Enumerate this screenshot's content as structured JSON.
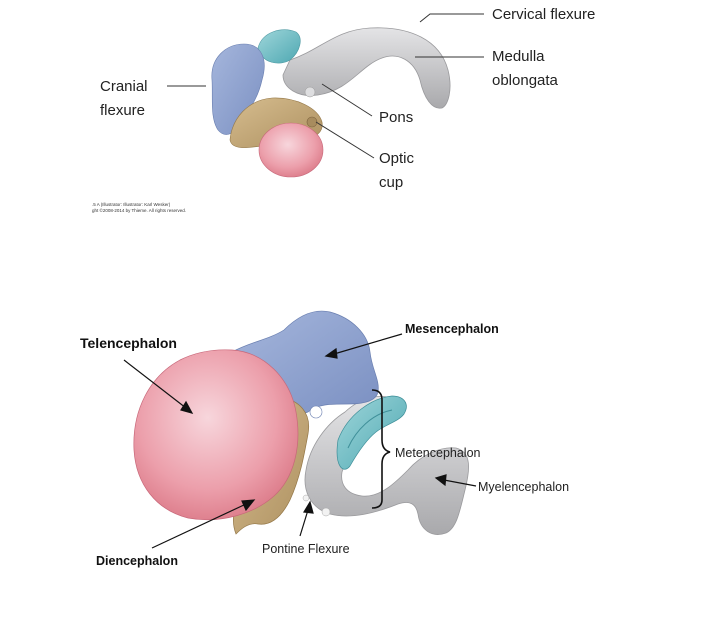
{
  "top_figure": {
    "labels": {
      "cervical_flexure": "Cervical flexure",
      "medulla_line1": "Medulla",
      "medulla_line2": "oblongata",
      "cranial_line1": "Cranial",
      "cranial_line2": "flexure",
      "pons": "Pons",
      "optic_line1": "Optic",
      "optic_line2": "cup"
    },
    "credit_line1": ".5 A  (Illustrator: Illustrator: Karl Wesker)",
    "credit_line2": "ght ©2008-2014 by Thieme. All rights reserved."
  },
  "bottom_figure": {
    "labels": {
      "telencephalon": "Telencephalon",
      "mesencephalon": "Mesencephalon",
      "metencephalon": "Metencephalon",
      "myelencephalon": "Myelencephalon",
      "pontine_flexure": "Pontine Flexure",
      "diencephalon": "Diencephalon"
    }
  },
  "colors": {
    "blue": "#8fa3cf",
    "teal": "#6fbcc4",
    "gray": "#c9c9cb",
    "tan": "#c4a878",
    "pink": "#e88e9b"
  }
}
